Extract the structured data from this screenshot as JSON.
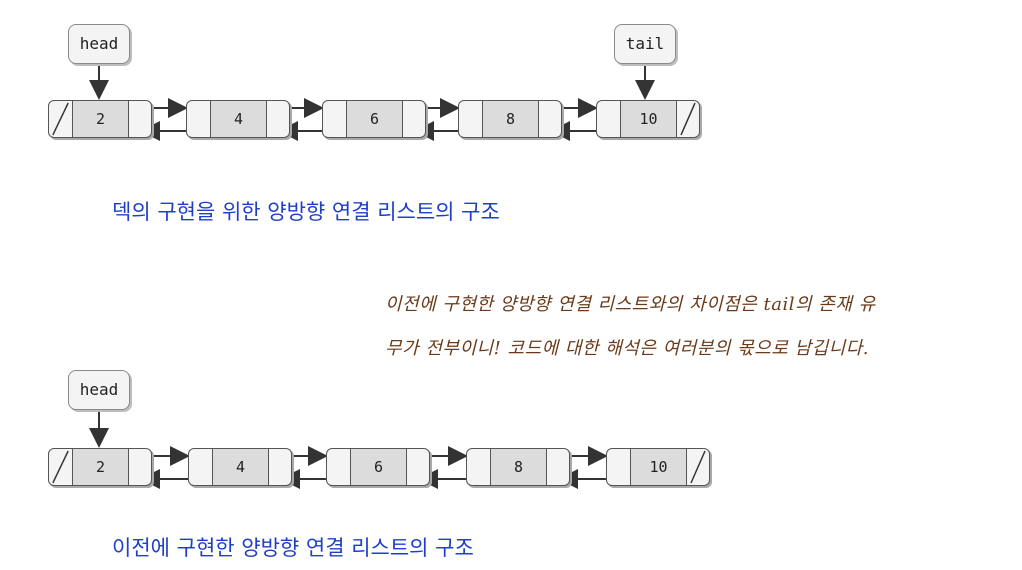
{
  "top": {
    "head_label": "head",
    "tail_label": "tail",
    "values": [
      "2",
      "4",
      "6",
      "8",
      "10"
    ],
    "caption": "덱의 구현을 위한 양방향 연결 리스트의 구조"
  },
  "note": {
    "line1": "이전에 구현한 양방향 연결 리스트와의 차이점은 tail의 존재 유",
    "line2": "무가 전부이니! 코드에 대한 해석은 여러분의 몫으로 남깁니다."
  },
  "bottom": {
    "head_label": "head",
    "values": [
      "2",
      "4",
      "6",
      "8",
      "10"
    ],
    "caption": "이전에 구현한 양방향 연결 리스트의 구조"
  },
  "colors": {
    "caption": "#1f3fc9",
    "note": "#6b3a1a",
    "line": "#444444"
  }
}
